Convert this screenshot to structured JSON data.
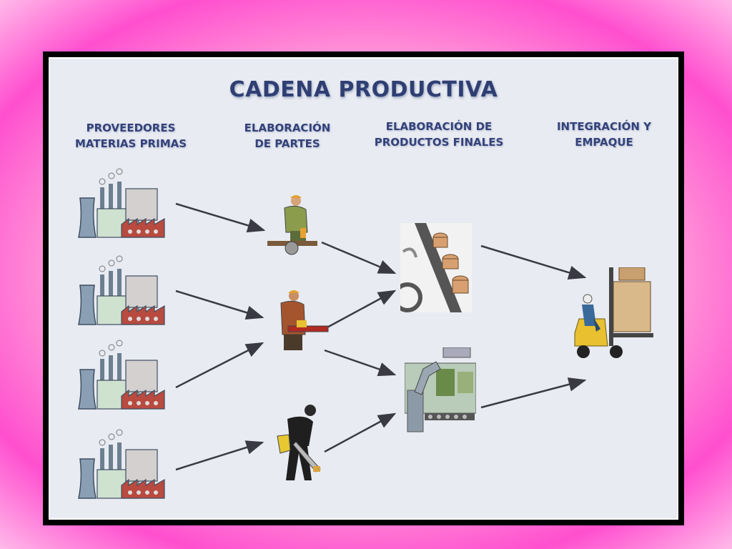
{
  "title": "CADENA PRODUCTIVA",
  "columns": [
    {
      "label": "PROVEEDORES\nMATERIAS PRIMAS"
    },
    {
      "label": "ELABORACIÓN\nDE PARTES"
    },
    {
      "label": "ELABORACIÓN DE\nPRODUCTOS FINALES"
    },
    {
      "label": "INTEGRACIÓN Y\nEMPAQUE"
    }
  ],
  "colors": {
    "frame": "#000000",
    "panel": "#e8ebf1",
    "title": "#2f3f73",
    "arrow": "#3a3a44"
  },
  "icons": [
    "factory-icon",
    "factory-icon",
    "factory-icon",
    "factory-icon",
    "worker-grinder-icon",
    "worker-saw-icon",
    "worker-handsaw-icon",
    "conveyor-machine-icon",
    "robot-machine-icon",
    "forklift-icon"
  ]
}
